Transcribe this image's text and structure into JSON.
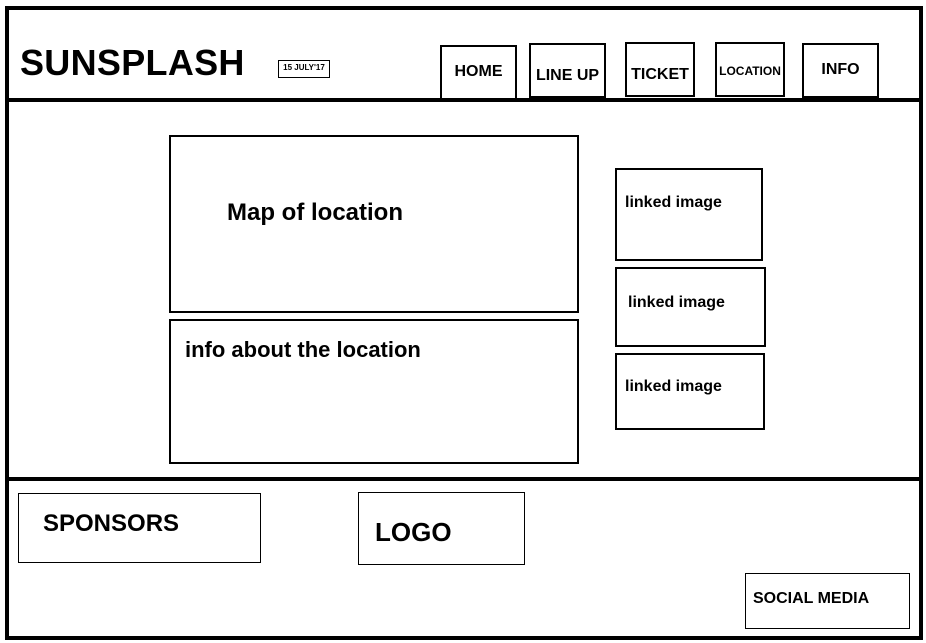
{
  "header": {
    "site_title": "SUNSPLASH",
    "date_badge": "15 JULY'17",
    "nav": {
      "home": "HOME",
      "lineup": "LINE UP",
      "ticket": "TICKET",
      "location": "LOCATION",
      "info": "INFO"
    }
  },
  "main": {
    "map_label": "Map of location",
    "info_label": "info about the location",
    "linked_images": [
      "linked image",
      "linked image",
      "linked image"
    ]
  },
  "footer": {
    "sponsors": "SPONSORS",
    "logo": "LOGO",
    "social_media": "SOCIAL MEDIA"
  }
}
